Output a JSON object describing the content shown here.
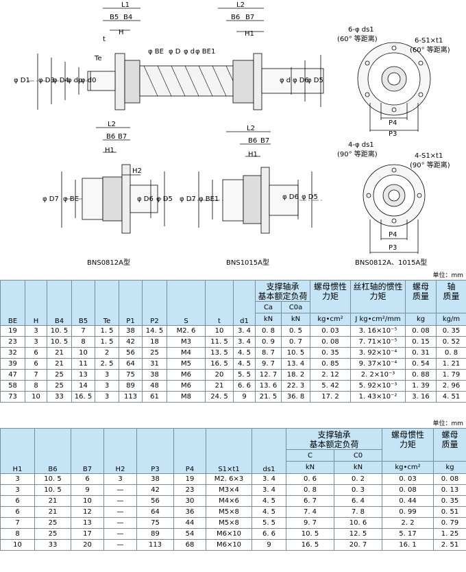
{
  "drawing": {
    "top_labels": {
      "L1": "L1",
      "L2": "L2",
      "B5": "B5",
      "B4": "B4",
      "B6": "B6",
      "B7": "B7",
      "H": "H",
      "H1": "H1",
      "t": "t",
      "Te": "Te"
    },
    "side_labels": {
      "D1": "φ D1",
      "D3": "φ D3",
      "D4": "φ D4",
      "dp": "φ dp",
      "d0": "φ d0",
      "BE": "φ BE",
      "D": "φ D",
      "BE1": "φ BE1",
      "d": "φ d",
      "D6": "φ D6",
      "D5": "φ D5",
      "D7": "φ D7",
      "H2": "H2"
    },
    "flange_top": {
      "holes": "6-φ ds1",
      "holes_note": "(60° 等距离)",
      "taps": "6-S1×t1",
      "taps_note": "(60° 等距离)",
      "P4": "P4",
      "P3": "P3"
    },
    "flange_bottom": {
      "holes": "4-φ ds1",
      "holes_note": "(90° 等距离)",
      "taps": "4-S1×t1",
      "taps_note": "(90° 等距离)",
      "P4": "P4",
      "P3": "P3"
    },
    "captions": {
      "left": "BNS0812A型",
      "mid": "BNS1015A型",
      "right": "BNS0812A、1015A型"
    }
  },
  "table1": {
    "unit": "单位：mm",
    "group_load": "支撑轴承\n基本额定负荷",
    "group_nut_inertia": "螺母惯性\n力矩",
    "group_shaft_inertia": "丝杠轴的惯性\n力矩",
    "group_nut_mass": "螺母\n质量",
    "group_shaft_mass": "轴\n质量",
    "sub": [
      "Ca",
      "C0a"
    ],
    "headers": [
      "BE",
      "H",
      "B4",
      "B5",
      "Te",
      "P1",
      "P2",
      "S",
      "t",
      "d1",
      "kN",
      "kN",
      "kg•cm²",
      "J  kg•cm²/mm",
      "kg",
      "kg/m"
    ],
    "rows": [
      [
        "19",
        "3",
        "10. 5",
        "7",
        "1. 5",
        "38",
        "14. 5",
        "M2. 6",
        "10",
        "3. 4",
        "0. 8",
        "0. 5",
        "0. 03",
        "3. 16×10⁻⁵",
        "0. 08",
        "0. 35"
      ],
      [
        "23",
        "3",
        "10. 5",
        "8",
        "1. 5",
        "42",
        "18",
        "M3",
        "11. 5",
        "3. 4",
        "0. 9",
        "0. 7",
        "0. 08",
        "7. 71×10⁻⁵",
        "0. 15",
        "0. 52"
      ],
      [
        "32",
        "6",
        "21",
        "10",
        "2",
        "56",
        "25",
        "M4",
        "13. 5",
        "4. 5",
        "8. 7",
        "10. 5",
        "0. 35",
        "3. 92×10⁻⁴",
        "0. 31",
        "0. 8"
      ],
      [
        "39",
        "6",
        "21",
        "11",
        "2. 5",
        "64",
        "31",
        "M5",
        "16. 5",
        "4. 5",
        "9. 7",
        "13. 4",
        "0. 85",
        "9. 37×10⁻⁴",
        "0. 54",
        "1. 21"
      ],
      [
        "47",
        "7",
        "25",
        "13",
        "3",
        "75",
        "38",
        "M6",
        "20",
        "5. 5",
        "12. 7",
        "18. 2",
        "2. 12",
        "2. 2×10⁻³",
        "0. 88",
        "1. 79"
      ],
      [
        "58",
        "8",
        "25",
        "14",
        "3",
        "89",
        "48",
        "M6",
        "21",
        "6. 6",
        "13. 6",
        "22. 3",
        "5. 42",
        "5. 92×10⁻³",
        "1. 39",
        "2. 96"
      ],
      [
        "73",
        "10",
        "33",
        "16. 5",
        "3",
        "113",
        "61",
        "M8",
        "24. 5",
        "9",
        "21. 5",
        "36. 8",
        "17. 2",
        "1. 43×10⁻²",
        "3. 16",
        "4. 51"
      ]
    ]
  },
  "table2": {
    "unit": "单位：mm",
    "group_load": "支撑轴承\n基本额定负荷",
    "group_nut_inertia": "螺母惯性\n力矩",
    "group_nut_mass": "螺母\n质量",
    "sub": [
      "C",
      "C0"
    ],
    "headers": [
      "H1",
      "B6",
      "B7",
      "H2",
      "P3",
      "P4",
      "S1×t1",
      "ds1",
      "kN",
      "kN",
      "kg•cm²",
      "kg"
    ],
    "rows": [
      [
        "3",
        "10. 5",
        "6",
        "3",
        "38",
        "19",
        "M2. 6×3",
        "3. 4",
        "0. 6",
        "0. 2",
        "0. 03",
        "0. 08"
      ],
      [
        "3",
        "10. 5",
        "9",
        "—",
        "42",
        "23",
        "M3×4",
        "3. 4",
        "0. 8",
        "0. 3",
        "0. 08",
        "0. 13"
      ],
      [
        "6",
        "21",
        "10",
        "—",
        "56",
        "30",
        "M4×6",
        "4. 5",
        "6. 7",
        "6. 4",
        "0. 44",
        "0. 35"
      ],
      [
        "6",
        "21",
        "12",
        "—",
        "64",
        "36",
        "M5×8",
        "4. 5",
        "7. 4",
        "7. 8",
        "0. 99",
        "0. 51"
      ],
      [
        "7",
        "25",
        "13",
        "—",
        "75",
        "44",
        "M5×8",
        "5. 5",
        "9. 7",
        "10. 6",
        "2. 2",
        "0. 79"
      ],
      [
        "8",
        "25",
        "17",
        "—",
        "89",
        "54",
        "M6×10",
        "6. 6",
        "10. 5",
        "12. 5",
        "5. 17",
        "1. 25"
      ],
      [
        "10",
        "33",
        "20",
        "—",
        "113",
        "68",
        "M6×10",
        "9",
        "16. 5",
        "20. 7",
        "16. 1",
        "2. 51"
      ]
    ]
  }
}
